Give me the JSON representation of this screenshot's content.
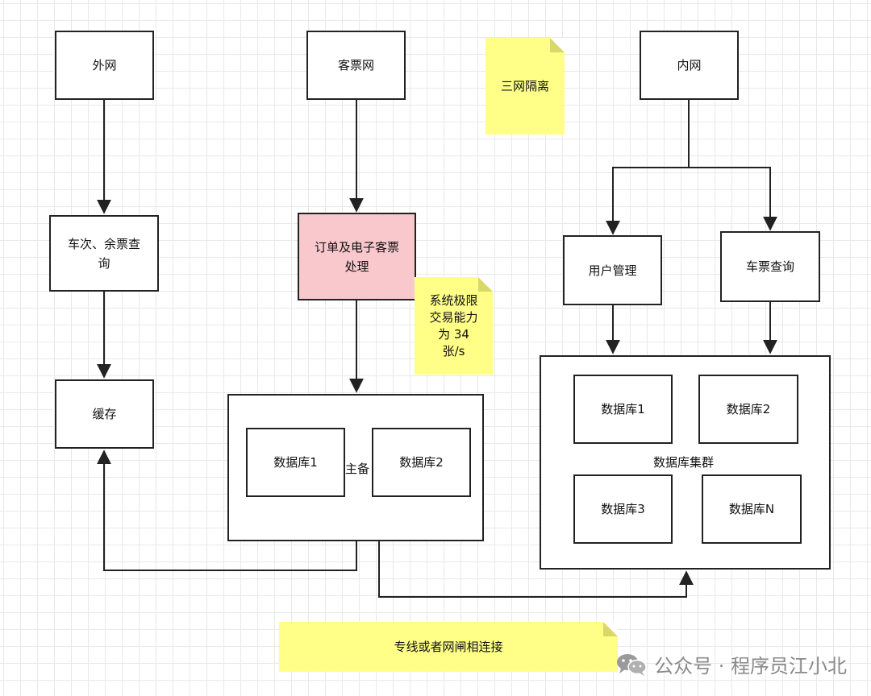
{
  "nodes": {
    "external": "外网",
    "passenger": "客票网",
    "internal": "内网",
    "train_query": "车次、余票查询",
    "cache": "缓存",
    "order_processing": "订单及电子客票处理",
    "user_mgmt": "用户管理",
    "ticket_query": "车票查询",
    "db1_ms": "数据库1",
    "db2_ms": "数据库2",
    "master_backup": "主备",
    "cluster_db1": "数据库1",
    "cluster_db2": "数据库2",
    "cluster_db3": "数据库3",
    "cluster_dbn": "数据库N",
    "cluster_label": "数据库集群"
  },
  "notes": {
    "three_networks": "三网隔离",
    "capacity": "系统极限交易能力为 34 张/s",
    "dedicated_line": "专线或者网闸相连接"
  },
  "watermark": {
    "text": "公众号 · 程序员江小北",
    "icon": "wechat-icon"
  },
  "colors": {
    "note_yellow": "#ffff88",
    "highlight_pink": "#f8c8cc",
    "line": "#222222"
  }
}
